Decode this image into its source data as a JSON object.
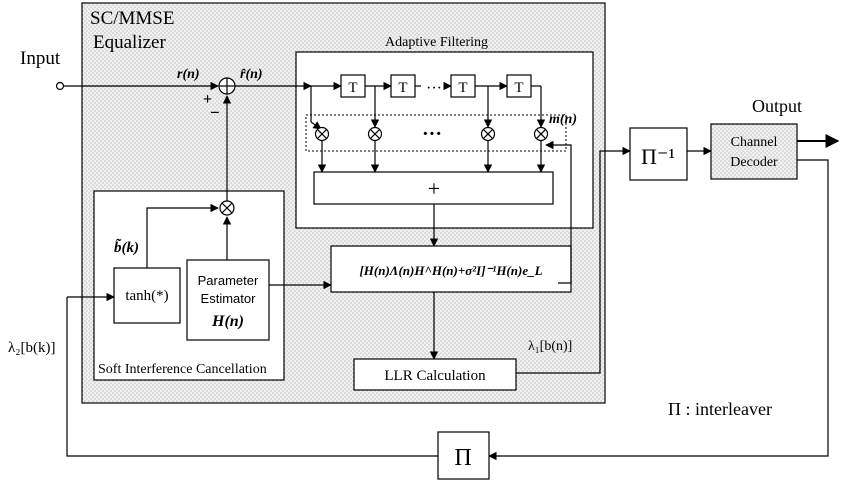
{
  "labels": {
    "input": "Input",
    "output": "Output",
    "equalizer_line1": "SC/MMSE",
    "equalizer_line2": "Equalizer",
    "adaptive_filtering": "Adaptive Filtering",
    "soft_interference_cancellation": "Soft Interference Cancellation",
    "r_n": "r(n)",
    "r_hat_n": "r̂(n)",
    "m_n": "m(n)",
    "b_tilde_k": "b̃(k)",
    "plus_sign": "+",
    "minus_sign": "−",
    "delay": "T",
    "dots": "···",
    "sum": "+",
    "tanh": "tanh(*)",
    "param_estimator_line1": "Parameter",
    "param_estimator_line2": "Estimator",
    "param_estimator_line3": "H(n)",
    "mmse_formula": "[H(n)Λ(n)H^H(n)+σ²I]⁻¹H(n)e_L",
    "llr_calculation": "LLR Calculation",
    "lambda1": "λ₁[b(n)]",
    "lambda2": "λ₂[b(k)]",
    "deinterleaver": "Π⁻¹",
    "interleaver": "Π",
    "channel_decoder_line1": "Channel",
    "channel_decoder_line2": "Decoder",
    "interleaver_legend": "Π : interleaver"
  }
}
